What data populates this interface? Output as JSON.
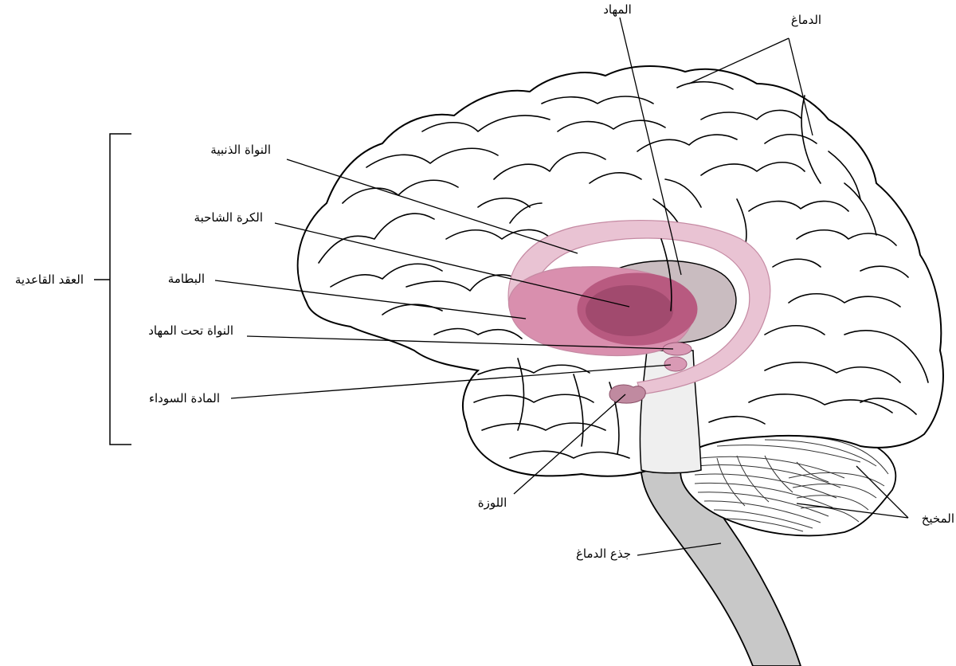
{
  "labels": {
    "thalamus": "المهاد",
    "cerebrum": "الدماغ",
    "caudate_nucleus": "النواة الذنبية",
    "globus_pallidus": "الكرة الشاحبة",
    "basal_ganglia": "العقد القاعدية",
    "putamen": "البطامة",
    "subthalamic_nucleus": "النواة تحت المهاد",
    "substantia_nigra": "المادة السوداء",
    "amygdala": "اللوزة",
    "cerebellum": "المخيخ",
    "brainstem": "جذع الدماغ"
  },
  "colors": {
    "caudate": "#e9c3d3",
    "caudate_stroke": "#c58aa3",
    "putamen": "#d98fae",
    "globus_pallidus": "#b85a80",
    "globus_pallidus_core": "#a14a6e",
    "thalamus": "#c9bcc0",
    "small_nuclei": "#d99ab5",
    "amygdala": "#c08aa0",
    "brainstem": "#c8c8c8",
    "brainstem_light": "#efefef",
    "cerebellum_fill": "#ffffff"
  }
}
